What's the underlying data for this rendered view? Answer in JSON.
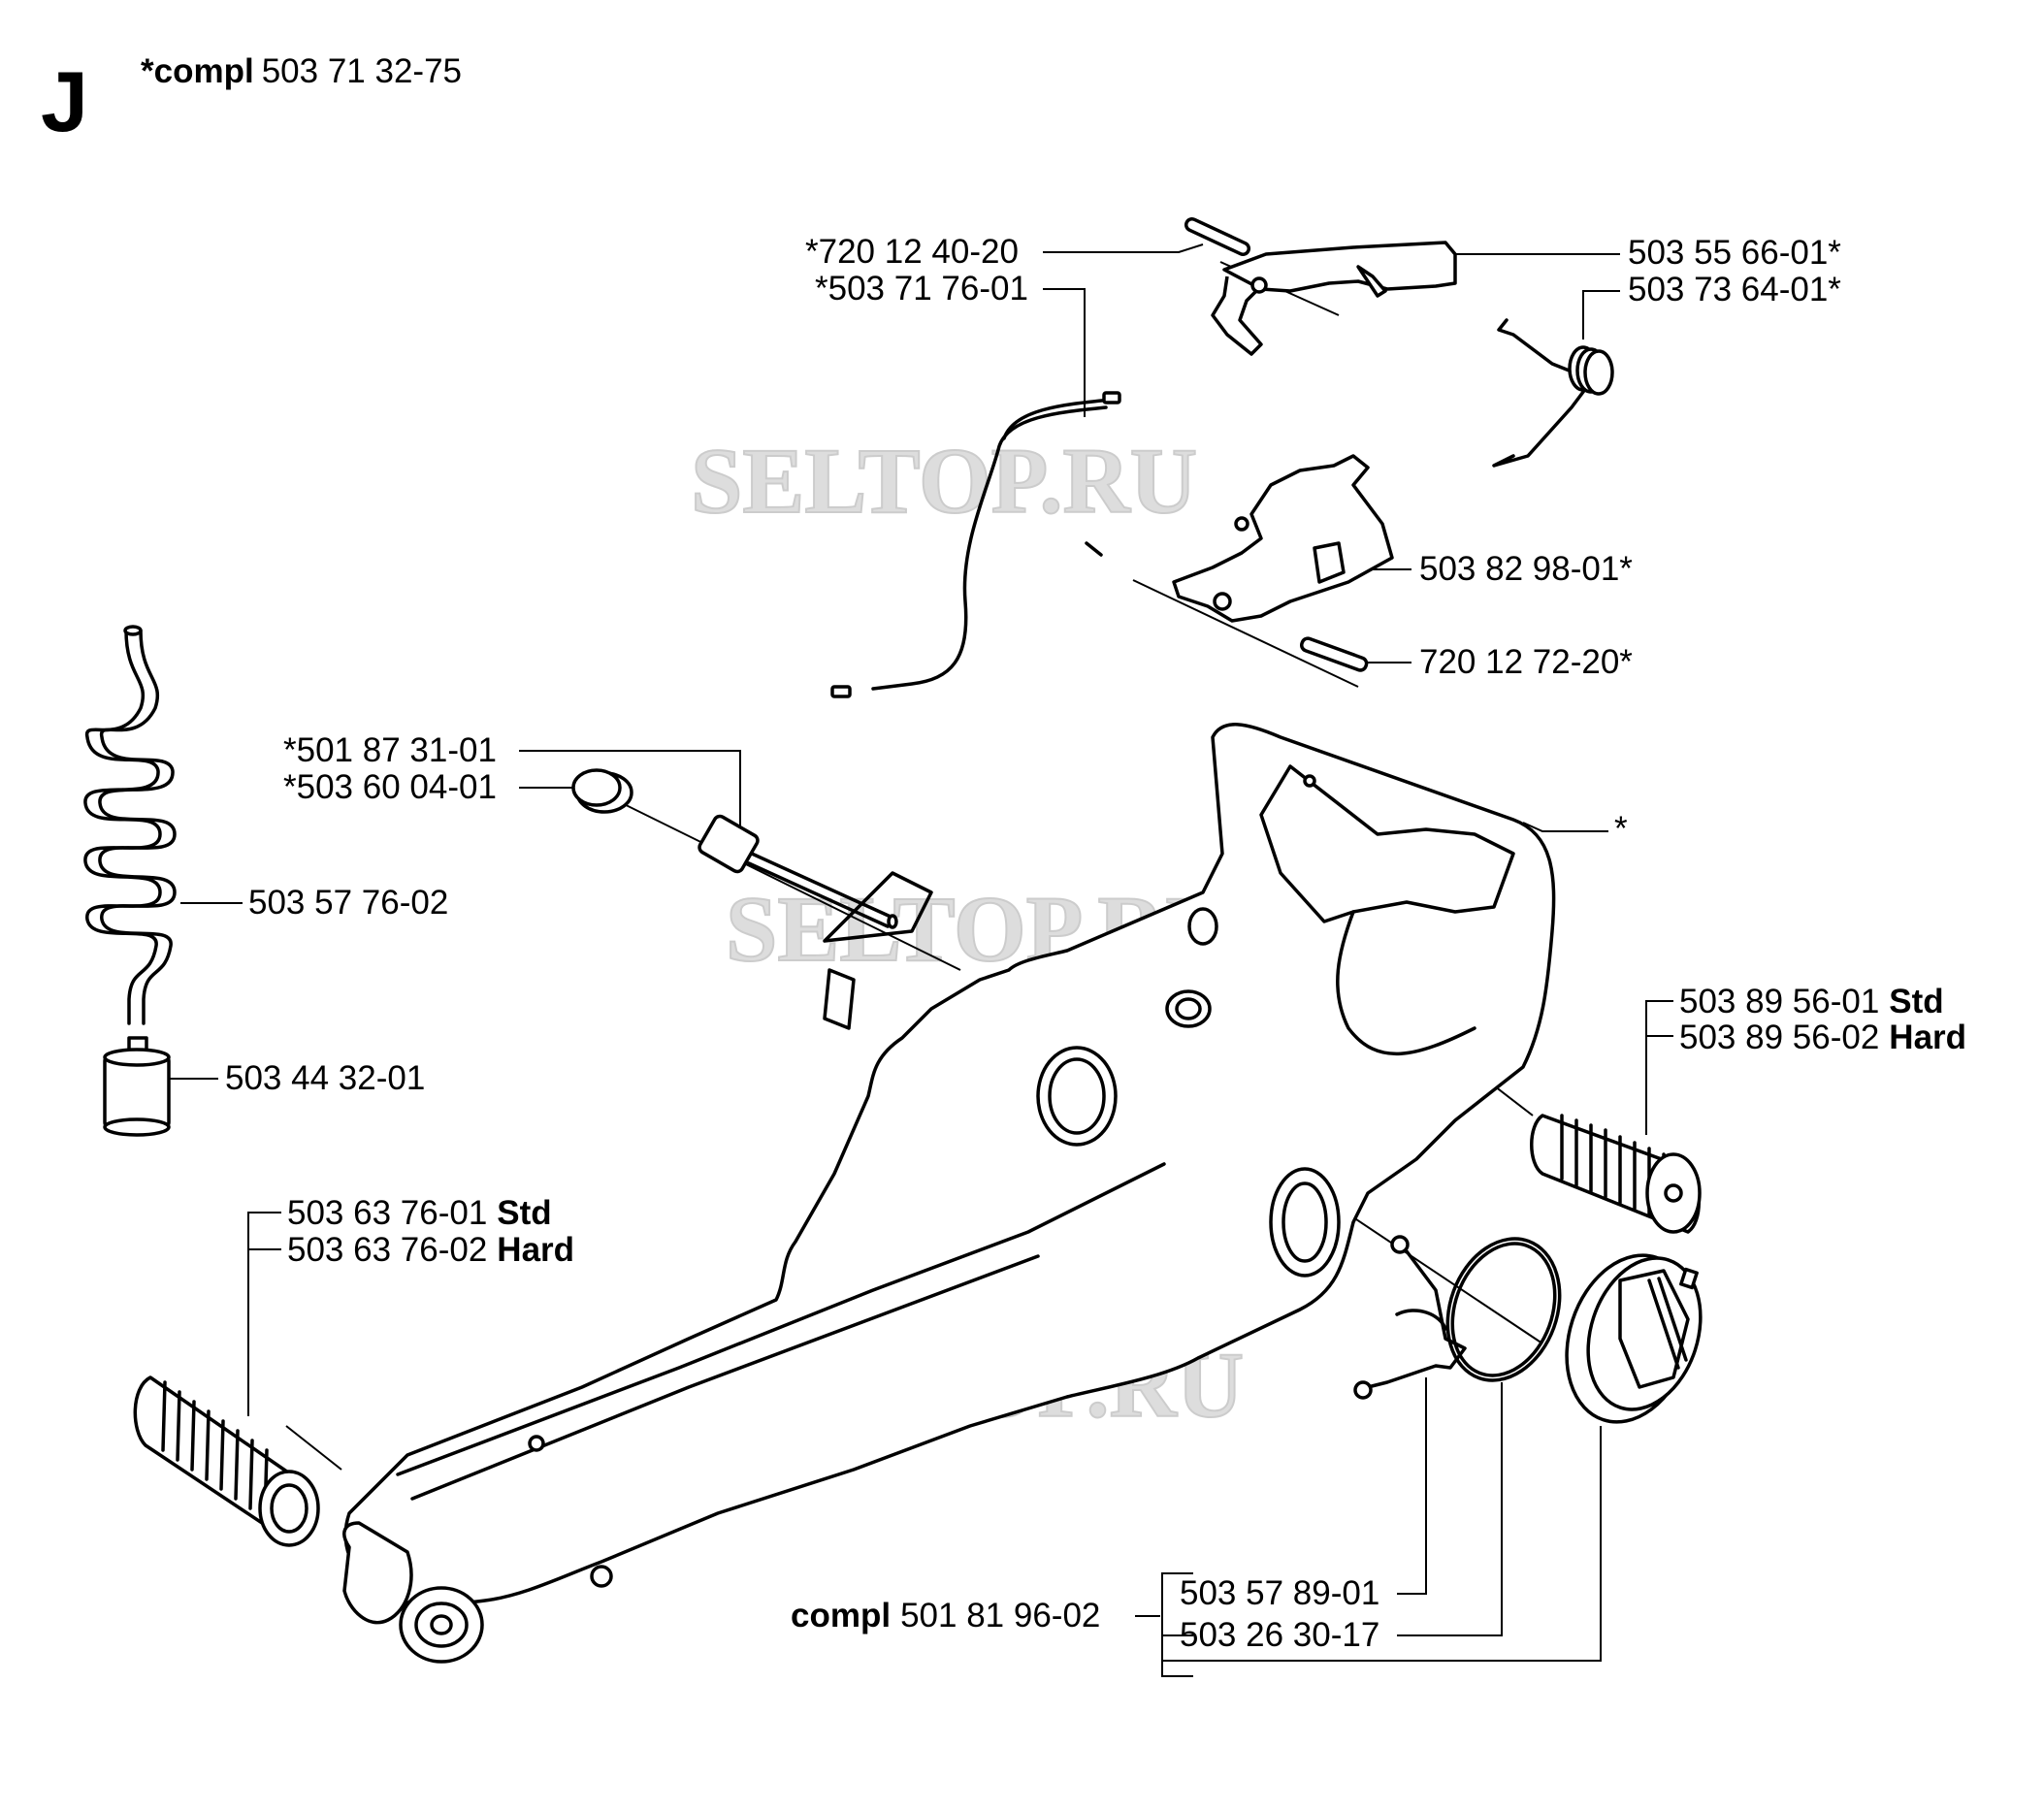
{
  "section_letter": "J",
  "header": {
    "compl_bold": "*compl",
    "compl_number": "503 71 32-75"
  },
  "watermark": "SELTOP.RU",
  "labels": {
    "p720124020": "*720 12 40-20",
    "p503717601": "*503 71 76-01",
    "p503556601": "503 55 66-01*",
    "p503736401": "503 73 64-01*",
    "p503829801": "503 82 98-01*",
    "p720127220": "720 12 72-20*",
    "p501873101": "*501 87 31-01",
    "p503600401": "*503 60 04-01",
    "p503577602": "503 57 76-02",
    "p503443201": "503 44 32-01",
    "asterisk": "*",
    "p503895601": "503 89 56-01",
    "p503895602": "503 89 56-02",
    "std": "Std",
    "hard": "Hard",
    "p503637601": "503 63 76-01",
    "p503637602": "503 63 76-02",
    "p503578901": "503 57 89-01",
    "p503263017": "503 26 30-17",
    "compl": "compl",
    "p501819602": "501 81 96-02"
  }
}
